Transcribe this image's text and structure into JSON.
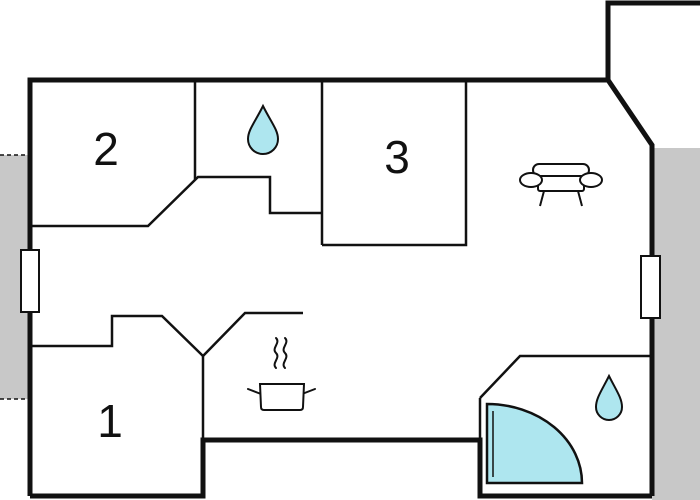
{
  "floor_plan": {
    "rooms": [
      {
        "id": "bedroom-2",
        "number": "2"
      },
      {
        "id": "bedroom-3",
        "number": "3"
      },
      {
        "id": "bedroom-1",
        "number": "1"
      }
    ],
    "icons": [
      {
        "id": "bathroom-top",
        "icon": "water-drop-icon"
      },
      {
        "id": "bathroom-bottom",
        "icon": "water-drop-icon"
      },
      {
        "id": "shower",
        "icon": "shower-quarter-circle-icon"
      },
      {
        "id": "living-room",
        "icon": "sofa-icon"
      },
      {
        "id": "kitchen",
        "icon": "cooking-pot-icon"
      }
    ],
    "colors": {
      "wall": "#111111",
      "neighbor": "#c8c8c8",
      "water": "#aee6ef"
    }
  }
}
